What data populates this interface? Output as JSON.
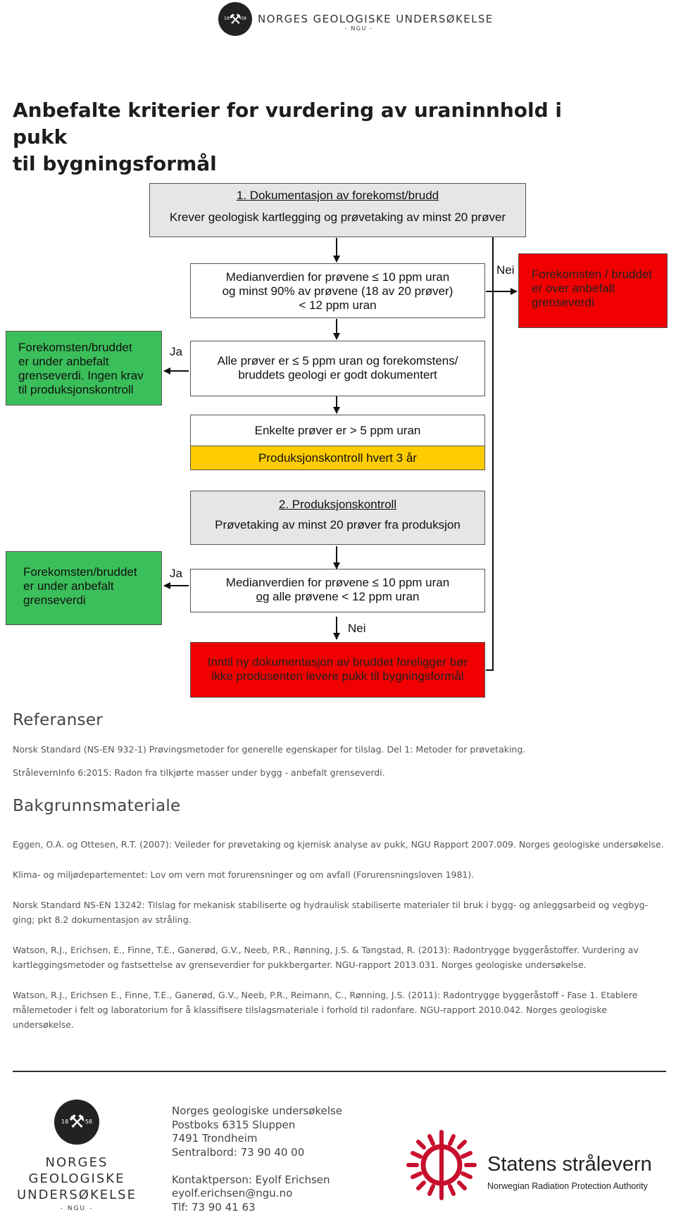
{
  "header": {
    "logo_year_left": "18",
    "logo_year_right": "58",
    "org_name": "NORGES GEOLOGISKE UNDERSØKELSE",
    "org_abbrev": "- NGU -"
  },
  "title": {
    "line1": "Anbefalte kriterier for vurdering av uraninnhold i pukk",
    "line2": "til bygningsformål"
  },
  "flowchart": {
    "step1_title": "1. Dokumentasjon av forekomst/brudd",
    "step1_text": "Krever geologisk kartlegging og prøvetaking av minst 20 prøver",
    "median1_l1": "Medianverdien for prøvene ≤ 10 ppm uran",
    "median1_l2": "og minst 90% av prøvene (18 av 20 prøver)",
    "median1_l3": "< 12 ppm uran",
    "nei1": "Nei",
    "over_l1": "Forekomsten / bruddet",
    "over_l2": "er over anbefalt",
    "over_l3": "grenseverdi",
    "under1_l1": "Forekomsten/bruddet",
    "under1_l2": "er under anbefalt",
    "under1_l3": "grenseverdi. Ingen krav",
    "under1_l4": "til produksjonskontroll",
    "ja1": "Ja",
    "all5_l1": "Alle prøver er ≤ 5 ppm uran og forekomstens/",
    "all5_l2": "bruddets geologi er godt dokumentert",
    "some5": "Enkelte prøver er > 5 ppm uran",
    "prodctrl3": "Produksjonskontroll hvert 3 år",
    "step2_title": "2. Produksjonskontroll",
    "step2_text": "Prøvetaking av minst 20 prøver fra produksjon",
    "under2_l1": "Forekomsten/bruddet",
    "under2_l2": "er under anbefalt",
    "under2_l3": "grenseverdi",
    "ja2": "Ja",
    "median2_l1": "Medianverdien for prøvene  ≤ 10 ppm uran",
    "median2_og": "og",
    "median2_l2": " alle prøvene < 12 ppm uran",
    "nei2": "Nei",
    "stop_l1": "Inntil ny dokumentasjon av bruddet foreligger bør",
    "stop_l2": "ikke produsenten levere pukk til bygningsformål",
    "colors": {
      "green": "#3bbf5a",
      "red": "#f00000",
      "yellow": "#ffcc00",
      "grey": "#e6e6e6"
    }
  },
  "referanser": {
    "heading": "Referanser",
    "items": [
      "Norsk Standard (NS-EN 932-1) Prøvingsmetoder for generelle egenskaper for tilslag. Del 1: Metoder for prøvetaking.",
      "StrålevernInfo 6:2015: Radon fra tilkjørte masser under bygg - anbefalt grenseverdi."
    ]
  },
  "bakgrunn": {
    "heading": "Bakgrunnsmateriale",
    "items": [
      [
        "Eggen, O.A. og Ottesen, R.T. (2007): Veileder for prøvetaking og kjemisk analyse av pukk,  NGU Rapport 2007.009. Norges geologiske undersøkelse."
      ],
      [
        "Klima- og miljødepartementet: Lov om vern mot forurensninger og om avfall (Forurensningsloven 1981)."
      ],
      [
        "Norsk Standard NS-EN 13242: Tilslag for mekanisk stabiliserte og hydraulisk stabiliserte materialer til bruk i bygg- og anleggsarbeid og vegbyg-",
        "ging; pkt 8.2 dokumentasjon av stråling."
      ],
      [
        "Watson, R.J., Erichsen, E., Finne, T.E., Ganerød, G.V., Neeb, P.R., Rønning, J.S. & Tangstad, R. (2013): Radontrygge byggeråstoffer. Vurdering av",
        "kartleggingsmetoder og fastsettelse av grenseverdier for pukkbergarter. NGU-rapport 2013.031. Norges geologiske undersøkelse."
      ],
      [
        "Watson, R.J., Erichsen E., Finne, T.E., Ganerød, G.V., Neeb, P.R., Reimann, C., Rønning, J.S. (2011): Radontrygge byggeråstoff - Fase 1. Etablere",
        "målemetoder i felt og laboratorium for å klassifisere tilslagsmateriale i forhold til radonfare. NGU-rapport 2010.042.  Norges geologiske",
        "undersøkelse."
      ]
    ]
  },
  "footer": {
    "ngu_l1": "NORGES",
    "ngu_l2": "GEOLOGISKE",
    "ngu_l3": "UNDERSØKELSE",
    "ngu_l4": "- NGU -",
    "address": [
      "Norges geologiske undersøkelse",
      "Postboks 6315 Sluppen",
      "7491 Trondheim",
      "Sentralbord: 73 90 40 00",
      "",
      "Kontaktperson: Eyolf Erichsen",
      "eyolf.erichsen@ngu.no",
      "Tlf: 73 90 41 63"
    ],
    "partner_name": "Statens strålevern",
    "partner_sub": "Norwegian Radiation Protection Authority",
    "partner_color": "#c8102e"
  }
}
